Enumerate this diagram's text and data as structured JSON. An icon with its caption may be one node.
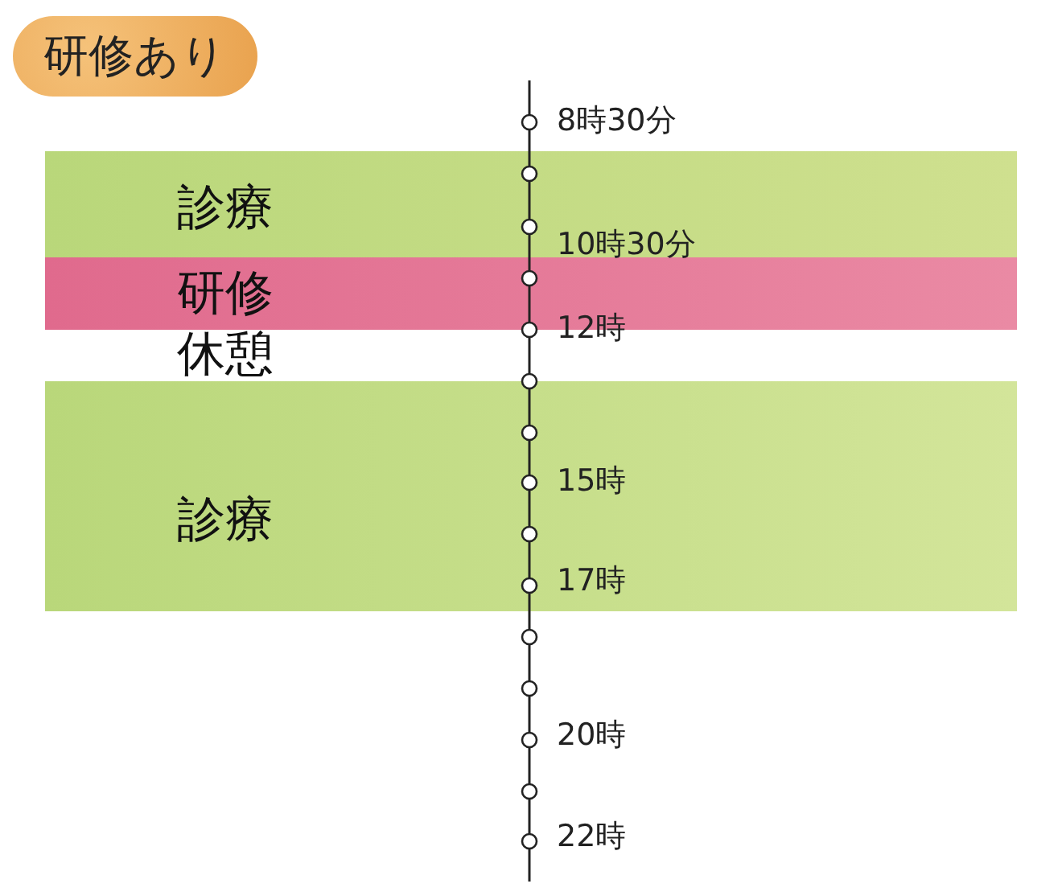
{
  "diagram": {
    "title": "研修あり",
    "nodes": [
      {
        "text": [
          "診療"
        ]
      },
      {
        "text": [
          "研修"
        ]
      },
      {
        "text": [
          "休憩"
        ]
      },
      {
        "text": [
          "診療"
        ]
      }
    ],
    "labels": [
      "8時30分",
      "10時30分",
      "12時",
      "15時",
      "17時",
      "20時",
      "22時"
    ]
  }
}
